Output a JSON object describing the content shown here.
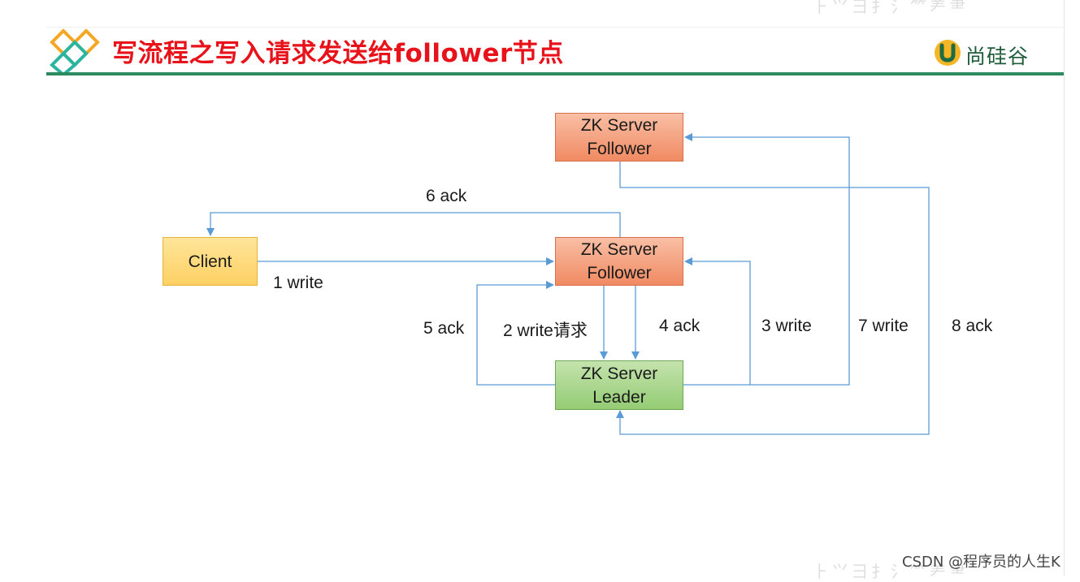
{
  "header": {
    "title": "写流程之写入请求发送给follower节点",
    "brand": "尚硅谷",
    "logo_color": "#f5a623",
    "logo_color_2": "#2bb5a0",
    "title_color": "#e8121b",
    "rule_color": "#2c8a5e"
  },
  "diagram": {
    "nodes": {
      "follower_top": {
        "line1": "ZK Server",
        "line2": "Follower"
      },
      "follower_mid": {
        "line1": "ZK Server",
        "line2": "Follower"
      },
      "leader": {
        "line1": "ZK Server",
        "line2": "Leader"
      },
      "client": {
        "label": "Client"
      }
    },
    "edges": {
      "e1": "1 write",
      "e2": "2 write请求",
      "e3": "3 write",
      "e4": "4 ack",
      "e5": "5 ack",
      "e6": "6 ack",
      "e7": "7 write",
      "e8": "8 ack"
    },
    "arrow_color": "#5b9bd5"
  },
  "footer": {
    "watermark": "CSDN @程序员的人生K"
  }
}
